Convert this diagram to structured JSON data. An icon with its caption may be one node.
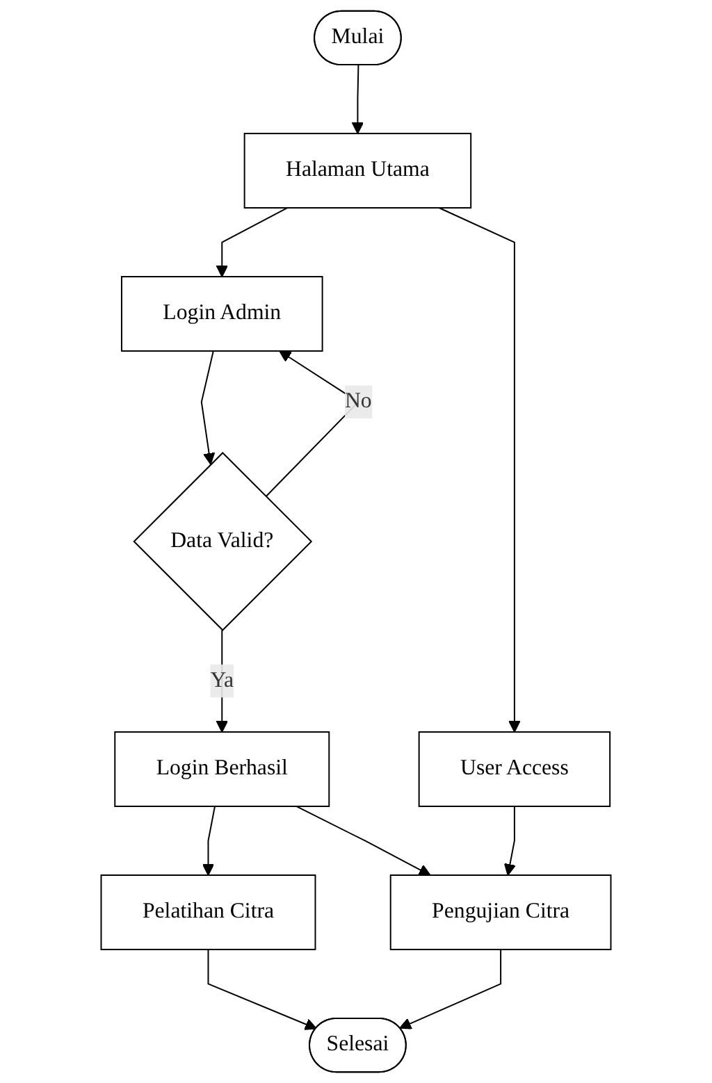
{
  "diagram": {
    "nodes": [
      {
        "text": [
          "Mulai"
        ]
      },
      {
        "text": [
          "Halaman Utama"
        ]
      },
      {
        "text": [
          "User Access"
        ]
      },
      {
        "text": [
          "Login Admin"
        ]
      },
      {
        "text": [
          "Data Valid?"
        ]
      },
      {
        "text": [
          "Login Berhasil"
        ]
      },
      {
        "text": [
          "Pelatihan Citra"
        ]
      },
      {
        "text": [
          "Pengujian Citra"
        ]
      },
      {
        "text": [
          "Selesai"
        ]
      }
    ],
    "edges": [
      {
        "from": 0,
        "to": 1,
        "arrow": "to"
      },
      {
        "from": 1,
        "to": 2,
        "arrow": "to"
      },
      {
        "from": 1,
        "to": 3,
        "arrow": "to"
      },
      {
        "from": 3,
        "to": 4,
        "arrow": "to"
      },
      {
        "from": 4,
        "to": 3,
        "arrow": "to",
        "label": "No"
      },
      {
        "from": 4,
        "to": 5,
        "arrow": "to",
        "label": "Ya"
      },
      {
        "from": 5,
        "to": 6,
        "arrow": "to"
      },
      {
        "from": 5,
        "to": 7,
        "arrow": "to"
      },
      {
        "from": 2,
        "to": 7,
        "arrow": "to"
      },
      {
        "from": 6,
        "to": 8,
        "arrow": "to"
      },
      {
        "from": 7,
        "to": 8,
        "arrow": "to"
      }
    ]
  }
}
